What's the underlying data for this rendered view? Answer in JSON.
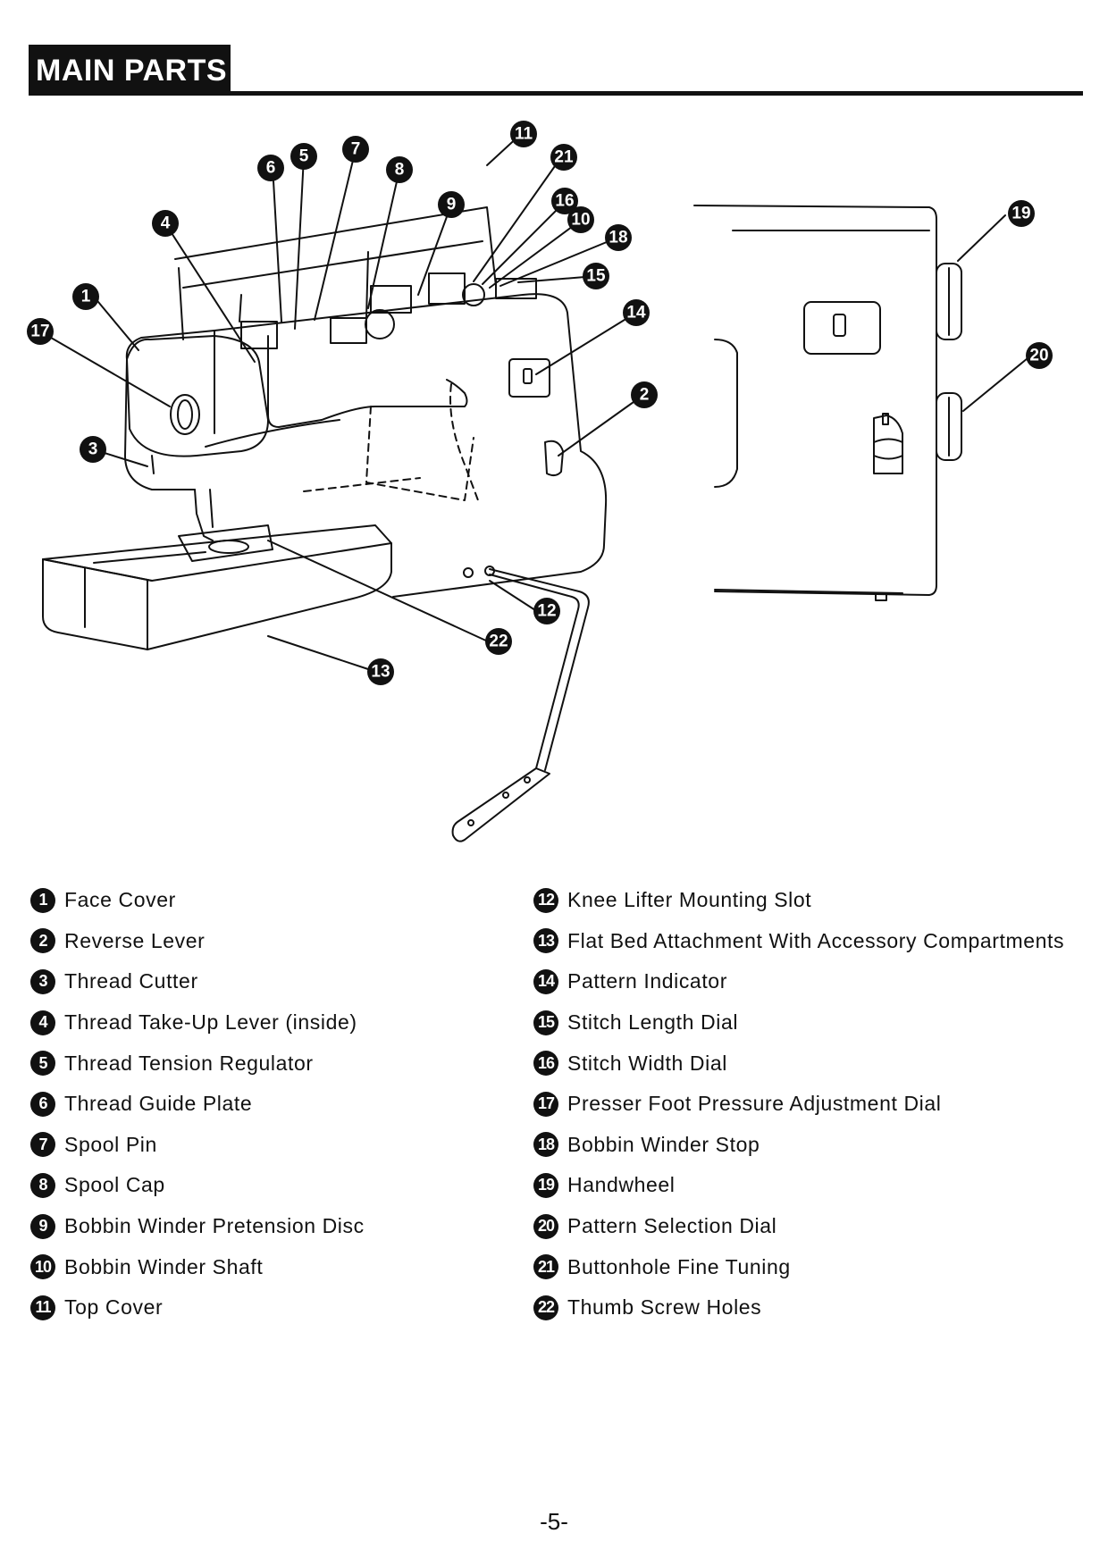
{
  "header": {
    "title": "MAIN PARTS"
  },
  "callouts": [
    "1",
    "2",
    "3",
    "4",
    "5",
    "6",
    "7",
    "8",
    "9",
    "10",
    "11",
    "12",
    "13",
    "14",
    "15",
    "16",
    "17",
    "18",
    "19",
    "20",
    "21",
    "22"
  ],
  "parts_left": [
    {
      "num": "1",
      "label": "Face Cover"
    },
    {
      "num": "2",
      "label": "Reverse Lever"
    },
    {
      "num": "3",
      "label": "Thread Cutter"
    },
    {
      "num": "4",
      "label": "Thread Take-Up Lever (inside)"
    },
    {
      "num": "5",
      "label": "Thread Tension Regulator"
    },
    {
      "num": "6",
      "label": "Thread Guide Plate"
    },
    {
      "num": "7",
      "label": "Spool Pin"
    },
    {
      "num": "8",
      "label": "Spool Cap"
    },
    {
      "num": "9",
      "label": "Bobbin Winder Pretension Disc"
    },
    {
      "num": "10",
      "label": "Bobbin Winder Shaft"
    },
    {
      "num": "11",
      "label": "Top Cover"
    }
  ],
  "parts_right": [
    {
      "num": "12",
      "label": "Knee Lifter Mounting Slot"
    },
    {
      "num": "13",
      "label": "Flat Bed Attachment With Accessory Compartments"
    },
    {
      "num": "14",
      "label": "Pattern Indicator"
    },
    {
      "num": "15",
      "label": "Stitch Length Dial"
    },
    {
      "num": "16",
      "label": "Stitch Width Dial"
    },
    {
      "num": "17",
      "label": "Presser Foot Pressure Adjustment Dial"
    },
    {
      "num": "18",
      "label": "Bobbin Winder Stop"
    },
    {
      "num": "19",
      "label": "Handwheel"
    },
    {
      "num": "20",
      "label": "Pattern Selection Dial"
    },
    {
      "num": "21",
      "label": "Buttonhole Fine Tuning"
    },
    {
      "num": "22",
      "label": "Thumb Screw Holes"
    }
  ],
  "footer": {
    "page_number": "-5-"
  }
}
